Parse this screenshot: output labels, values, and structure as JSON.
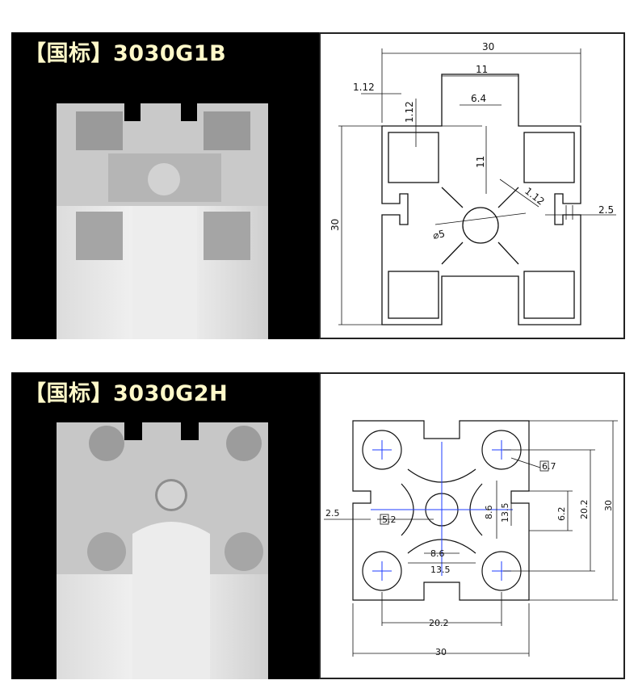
{
  "cards": [
    {
      "title": "【国标】3030G1B",
      "dims": {
        "width": "30",
        "height": "30",
        "slot": "11",
        "slot_depth": "11",
        "neck": "6.4",
        "wall_a": "1.12",
        "wall_b": "1.12",
        "wall_c": "1.12",
        "lip": "2.5",
        "hole": "⌀5"
      }
    },
    {
      "title": "【国标】3030G2H",
      "dims": {
        "width": "30",
        "height": "30",
        "pitch_h": "20.2",
        "pitch_v": "20.2",
        "inner_h": "13.5",
        "inner_v": "13.5",
        "core_h": "8.6",
        "core_v": "8.6",
        "slot": "6.2",
        "lip": "2.5",
        "hole_small": "5.2",
        "hole_large": "6.7"
      }
    }
  ]
}
